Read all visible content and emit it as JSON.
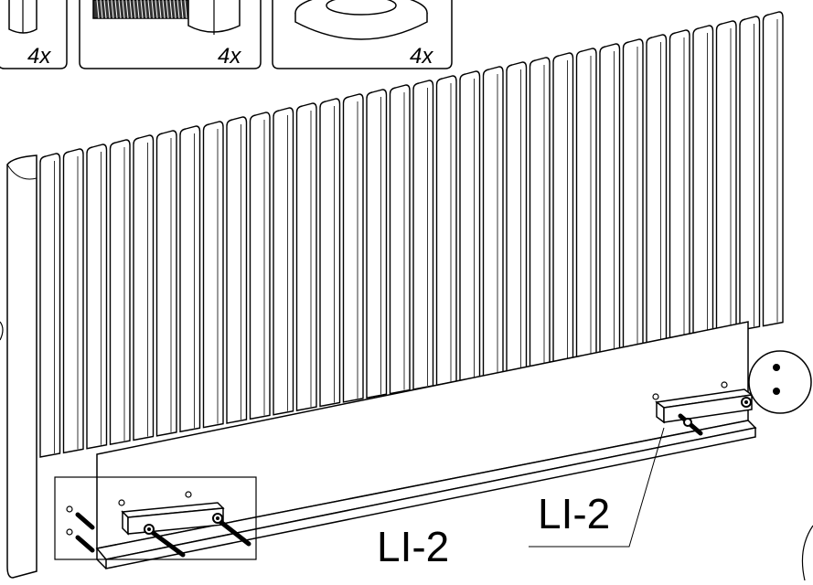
{
  "hardware": [
    {
      "icon": "hex-nut-icon",
      "quantity": "4x"
    },
    {
      "icon": "threaded-bolt-icon",
      "quantity": "4x"
    },
    {
      "icon": "washer-icon",
      "quantity": "4x"
    }
  ],
  "labels": {
    "part_near": "LI-2",
    "part_far": "LI-2"
  },
  "panel": {
    "slat_count": 32
  }
}
